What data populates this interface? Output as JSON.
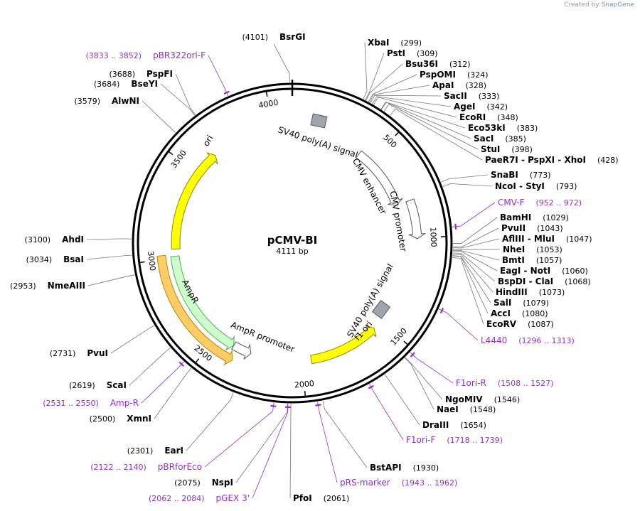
{
  "branding": {
    "prefix": "Created by",
    "product": "SnapGene"
  },
  "plasmid": {
    "name": "pCMV-BI",
    "size_label": "4111 bp",
    "length": 4111
  },
  "ticks": [
    {
      "pos": 500,
      "label": "500"
    },
    {
      "pos": 1000,
      "label": "1000"
    },
    {
      "pos": 1500,
      "label": "1500"
    },
    {
      "pos": 2000,
      "label": "2000"
    },
    {
      "pos": 2500,
      "label": "2500"
    },
    {
      "pos": 3000,
      "label": "3000"
    },
    {
      "pos": 3500,
      "label": "3500"
    },
    {
      "pos": 4000,
      "label": "4000"
    }
  ],
  "features": [
    {
      "name": "ori",
      "label": "ori",
      "start": 3050,
      "end": 3640,
      "direction": "cw",
      "color": "#ffff00",
      "stroke": "#8a8a00"
    },
    {
      "name": "amp-r",
      "label": "AmpR",
      "start": 2395,
      "end": 3010,
      "direction": "ccw",
      "color": "#ccffcc",
      "stroke": "#55aa55"
    },
    {
      "name": "ampr-promoter",
      "label": "AmpR promoter",
      "start": 2290,
      "end": 2395,
      "direction": "ccw",
      "color": "#ffffff",
      "stroke": "#555555"
    },
    {
      "name": "f1-ori",
      "label": "f1 ori",
      "start": 1555,
      "end": 1950,
      "direction": "ccw",
      "color": "#ffff00",
      "stroke": "#8a8a00"
    },
    {
      "name": "cmv-enhancer",
      "label": "CMV enhancer",
      "start": 420,
      "end": 800,
      "direction": "cw",
      "color": "#ffffff",
      "stroke": "#555555"
    },
    {
      "name": "cmv-promoter",
      "label": "CMV promoter",
      "start": 800,
      "end": 1005,
      "direction": "cw",
      "color": "#ffffff",
      "stroke": "#555555"
    },
    {
      "name": "sv40-polya-top",
      "label": "SV40 poly(A) signal",
      "start": 75,
      "end": 205,
      "direction": "none",
      "color": "#a0a4ad",
      "stroke": "#555555"
    },
    {
      "name": "sv40-polya-right",
      "label": "SV40 poly(A) signal",
      "start": 1385,
      "end": 1510,
      "direction": "none",
      "color": "#a0a4ad",
      "stroke": "#555555"
    }
  ],
  "sites": [
    {
      "name": "BsrGI",
      "pos": "(4101)",
      "bp": 4101
    },
    {
      "name": "XbaI",
      "pos": "(299)",
      "bp": 299
    },
    {
      "name": "PstI",
      "pos": "(309)",
      "bp": 309
    },
    {
      "name": "Bsu36I",
      "pos": "(312)",
      "bp": 312
    },
    {
      "name": "PspOMI",
      "pos": "(324)",
      "bp": 324
    },
    {
      "name": "ApaI",
      "pos": "(328)",
      "bp": 328
    },
    {
      "name": "SacII",
      "pos": "(333)",
      "bp": 333
    },
    {
      "name": "AgeI",
      "pos": "(342)",
      "bp": 342
    },
    {
      "name": "EcoRI",
      "pos": "(348)",
      "bp": 348
    },
    {
      "name": "Eco53kI",
      "pos": "(383)",
      "bp": 383
    },
    {
      "name": "SacI",
      "pos": "(385)",
      "bp": 385
    },
    {
      "name": "StuI",
      "pos": "(398)",
      "bp": 398
    },
    {
      "name": "PaeR7I - PspXI - XhoI",
      "pos": "(428)",
      "bp": 428
    },
    {
      "name": "SnaBI",
      "pos": "(773)",
      "bp": 773
    },
    {
      "name": "NcoI - StyI",
      "pos": "(793)",
      "bp": 793
    },
    {
      "name": "NheI",
      "pos": "(1053)",
      "bp": 1053
    },
    {
      "name": "PvuII",
      "pos": "(1043)",
      "bp": 1043
    },
    {
      "name": "AflIII - MluI",
      "pos": "(1047)",
      "bp": 1047
    },
    {
      "name": "BamHI",
      "pos": "(1029)",
      "bp": 1029
    },
    {
      "name": "BmtI",
      "pos": "(1057)",
      "bp": 1057
    },
    {
      "name": "EagI - NotI",
      "pos": "(1060)",
      "bp": 1060
    },
    {
      "name": "BspDI - ClaI",
      "pos": "(1068)",
      "bp": 1068
    },
    {
      "name": "HindIII",
      "pos": "(1073)",
      "bp": 1073
    },
    {
      "name": "SalI",
      "pos": "(1079)",
      "bp": 1079
    },
    {
      "name": "AccI",
      "pos": "(1080)",
      "bp": 1080
    },
    {
      "name": "EcoRV",
      "pos": "(1087)",
      "bp": 1087
    },
    {
      "name": "NgoMIV",
      "pos": "(1546)",
      "bp": 1546
    },
    {
      "name": "NaeI",
      "pos": "(1548)",
      "bp": 1548
    },
    {
      "name": "DraIII",
      "pos": "(1654)",
      "bp": 1654
    },
    {
      "name": "BstAPI",
      "pos": "(1930)",
      "bp": 1930
    },
    {
      "name": "PfoI",
      "pos": "(2061)",
      "bp": 2061
    },
    {
      "name": "NspI",
      "pos": "(2075)",
      "bp": 2075
    },
    {
      "name": "EarI",
      "pos": "(2301)",
      "bp": 2301
    },
    {
      "name": "XmnI",
      "pos": "(2500)",
      "bp": 2500
    },
    {
      "name": "ScaI",
      "pos": "(2619)",
      "bp": 2619
    },
    {
      "name": "PvuI",
      "pos": "(2731)",
      "bp": 2731
    },
    {
      "name": "NmeAIII",
      "pos": "(2953)",
      "bp": 2953
    },
    {
      "name": "BsaI",
      "pos": "(3034)",
      "bp": 3034
    },
    {
      "name": "AhdI",
      "pos": "(3100)",
      "bp": 3100
    },
    {
      "name": "AlwNI",
      "pos": "(3579)",
      "bp": 3579
    },
    {
      "name": "BseYI",
      "pos": "(3684)",
      "bp": 3684
    },
    {
      "name": "PspFI",
      "pos": "(3688)",
      "bp": 3688
    }
  ],
  "primers": [
    {
      "name": "pBR322ori-F",
      "pos": "(3833 .. 3852)",
      "bp": 3842
    },
    {
      "name": "CMV-F",
      "pos": "(952 .. 972)",
      "bp": 962
    },
    {
      "name": "L4440",
      "pos": "(1296 .. 1313)",
      "bp": 1305
    },
    {
      "name": "F1ori-R",
      "pos": "(1508 .. 1527)",
      "bp": 1517
    },
    {
      "name": "F1ori-F",
      "pos": "(1718 .. 1739)",
      "bp": 1728
    },
    {
      "name": "pRS-marker",
      "pos": "(1943 .. 1962)",
      "bp": 1952
    },
    {
      "name": "pGEX 3'",
      "pos": "(2062 .. 2084)",
      "bp": 2073
    },
    {
      "name": "pBRforEco",
      "pos": "(2122 .. 2140)",
      "bp": 2131
    },
    {
      "name": "Amp-R",
      "pos": "(2531 .. 2550)",
      "bp": 2540
    }
  ]
}
